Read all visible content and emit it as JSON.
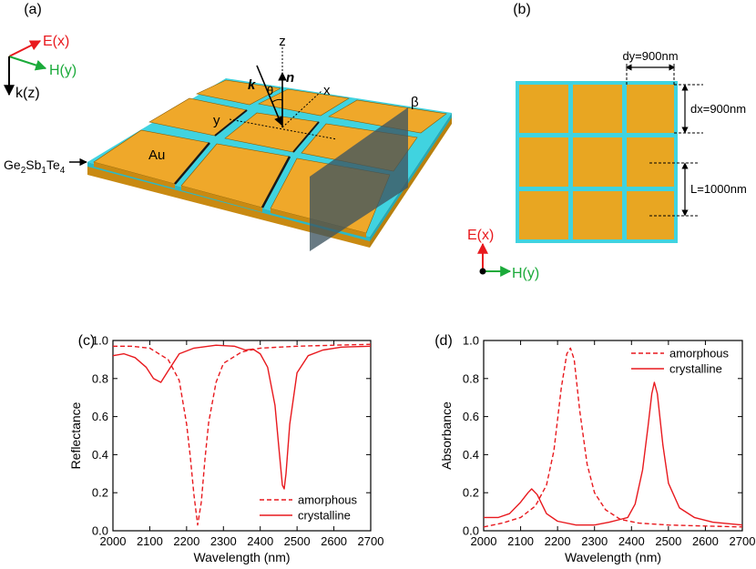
{
  "panels": {
    "a": {
      "label": "(a)",
      "axes": {
        "e": "E(x)",
        "h": "H(y)",
        "k": "k(z)"
      },
      "z_label": "z",
      "x_label": "x",
      "y_label": "y",
      "k_label": "k",
      "n_label": "n",
      "theta_label": "θ",
      "beta_label": "β",
      "au_label": "Au",
      "gst_label_parts": [
        "Ge",
        "2",
        "Sb",
        "1",
        "Te",
        "4"
      ]
    },
    "b": {
      "label": "(b)",
      "dy_label": "dy=900nm",
      "dx_label": "dx=900nm",
      "l_label": "L=1000nm",
      "e_label": "E(x)",
      "h_label": "H(y)"
    },
    "c": {
      "label": "(c)"
    },
    "d": {
      "label": "(d)"
    }
  },
  "colors": {
    "gold": "#E8A622",
    "gold_dark": "#C98A12",
    "gst": "#40D3E0",
    "red": "#E8191E",
    "green": "#1BAA3A",
    "slate": "#3E5560"
  },
  "chart_data": [
    {
      "type": "line",
      "panel": "(c)",
      "xlabel": "Wavelength (nm)",
      "ylabel": "Reflectance",
      "xlim": [
        2000,
        2700
      ],
      "ylim": [
        0,
        1.0
      ],
      "xticks": [
        2000,
        2100,
        2200,
        2300,
        2400,
        2500,
        2600,
        2700
      ],
      "yticks": [
        0.0,
        0.2,
        0.4,
        0.6,
        0.8,
        1.0
      ],
      "legend_position": "bottom-right",
      "series": [
        {
          "name": "amorphous",
          "style": "dashed",
          "color": "#E8191E",
          "x": [
            2000,
            2050,
            2100,
            2150,
            2180,
            2200,
            2210,
            2220,
            2230,
            2240,
            2250,
            2260,
            2280,
            2300,
            2350,
            2400,
            2500,
            2600,
            2700
          ],
          "y": [
            0.97,
            0.97,
            0.96,
            0.9,
            0.79,
            0.56,
            0.39,
            0.19,
            0.03,
            0.15,
            0.38,
            0.57,
            0.78,
            0.88,
            0.94,
            0.96,
            0.97,
            0.975,
            0.98
          ]
        },
        {
          "name": "crystalline",
          "style": "solid",
          "color": "#E8191E",
          "x": [
            2000,
            2030,
            2060,
            2090,
            2110,
            2130,
            2150,
            2180,
            2220,
            2280,
            2330,
            2360,
            2380,
            2400,
            2420,
            2440,
            2450,
            2460,
            2465,
            2470,
            2480,
            2500,
            2530,
            2570,
            2620,
            2700
          ],
          "y": [
            0.92,
            0.93,
            0.91,
            0.86,
            0.8,
            0.78,
            0.84,
            0.93,
            0.96,
            0.975,
            0.97,
            0.95,
            0.955,
            0.93,
            0.86,
            0.66,
            0.45,
            0.24,
            0.22,
            0.3,
            0.56,
            0.83,
            0.92,
            0.95,
            0.965,
            0.97
          ]
        }
      ]
    },
    {
      "type": "line",
      "panel": "(d)",
      "xlabel": "Wavelength (nm)",
      "ylabel": "Absorbance",
      "xlim": [
        2000,
        2700
      ],
      "ylim": [
        0,
        1.0
      ],
      "xticks": [
        2000,
        2100,
        2200,
        2300,
        2400,
        2500,
        2600,
        2700
      ],
      "yticks": [
        0.0,
        0.2,
        0.4,
        0.6,
        0.8,
        1.0
      ],
      "legend_position": "top-right",
      "series": [
        {
          "name": "amorphous",
          "style": "dashed",
          "color": "#E8191E",
          "x": [
            2000,
            2050,
            2100,
            2140,
            2170,
            2190,
            2210,
            2225,
            2235,
            2245,
            2260,
            2280,
            2300,
            2330,
            2370,
            2420,
            2500,
            2600,
            2700
          ],
          "y": [
            0.02,
            0.04,
            0.07,
            0.13,
            0.24,
            0.42,
            0.75,
            0.93,
            0.96,
            0.9,
            0.63,
            0.35,
            0.2,
            0.11,
            0.06,
            0.04,
            0.03,
            0.025,
            0.02
          ]
        },
        {
          "name": "crystalline",
          "style": "solid",
          "color": "#E8191E",
          "x": [
            2000,
            2040,
            2070,
            2100,
            2120,
            2130,
            2145,
            2170,
            2200,
            2250,
            2300,
            2340,
            2370,
            2390,
            2410,
            2430,
            2445,
            2455,
            2462,
            2470,
            2485,
            2500,
            2530,
            2570,
            2620,
            2700
          ],
          "y": [
            0.07,
            0.07,
            0.09,
            0.15,
            0.2,
            0.22,
            0.19,
            0.09,
            0.05,
            0.03,
            0.03,
            0.045,
            0.06,
            0.07,
            0.14,
            0.32,
            0.55,
            0.72,
            0.78,
            0.72,
            0.45,
            0.25,
            0.12,
            0.07,
            0.045,
            0.03
          ]
        }
      ]
    }
  ]
}
